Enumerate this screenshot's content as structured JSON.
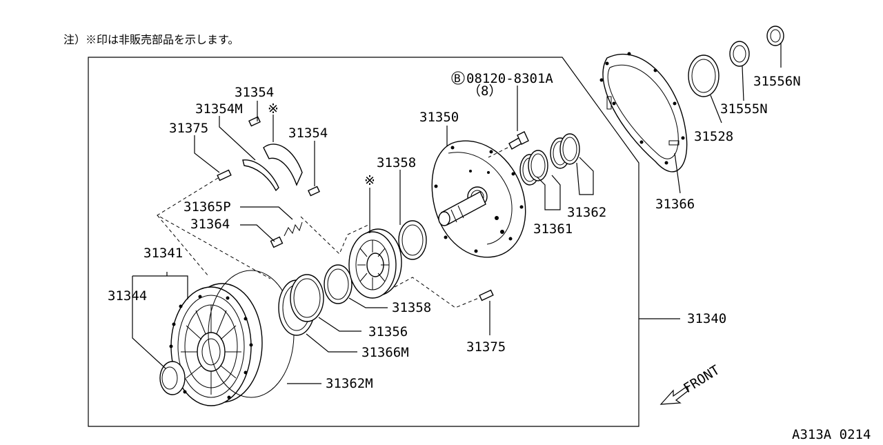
{
  "note": "注）※印は非販売部品を示します。",
  "bolt_spec": {
    "circle_letter": "B",
    "number": "08120-8301A",
    "quantity": "（8）"
  },
  "asterisk": "※",
  "front_label": "FRONT",
  "diagram_code": "A313A 0214",
  "labels": {
    "p31354_top": "31354",
    "p31354M": "31354M",
    "p31375_left": "31375",
    "p31354_right": "31354",
    "p31358_top": "31358",
    "p31350": "31350",
    "p31365P": "31365P",
    "p31364": "31364",
    "p31361": "31361",
    "p31362": "31362",
    "p31341": "31341",
    "p31344": "31344",
    "p31358_bottom": "31358",
    "p31356": "31356",
    "p31366M": "31366M",
    "p31375_right": "31375",
    "p31362M": "31362M",
    "p31340": "31340",
    "p31366": "31366",
    "p31528": "31528",
    "p31555N": "31555N",
    "p31556N": "31556N"
  }
}
